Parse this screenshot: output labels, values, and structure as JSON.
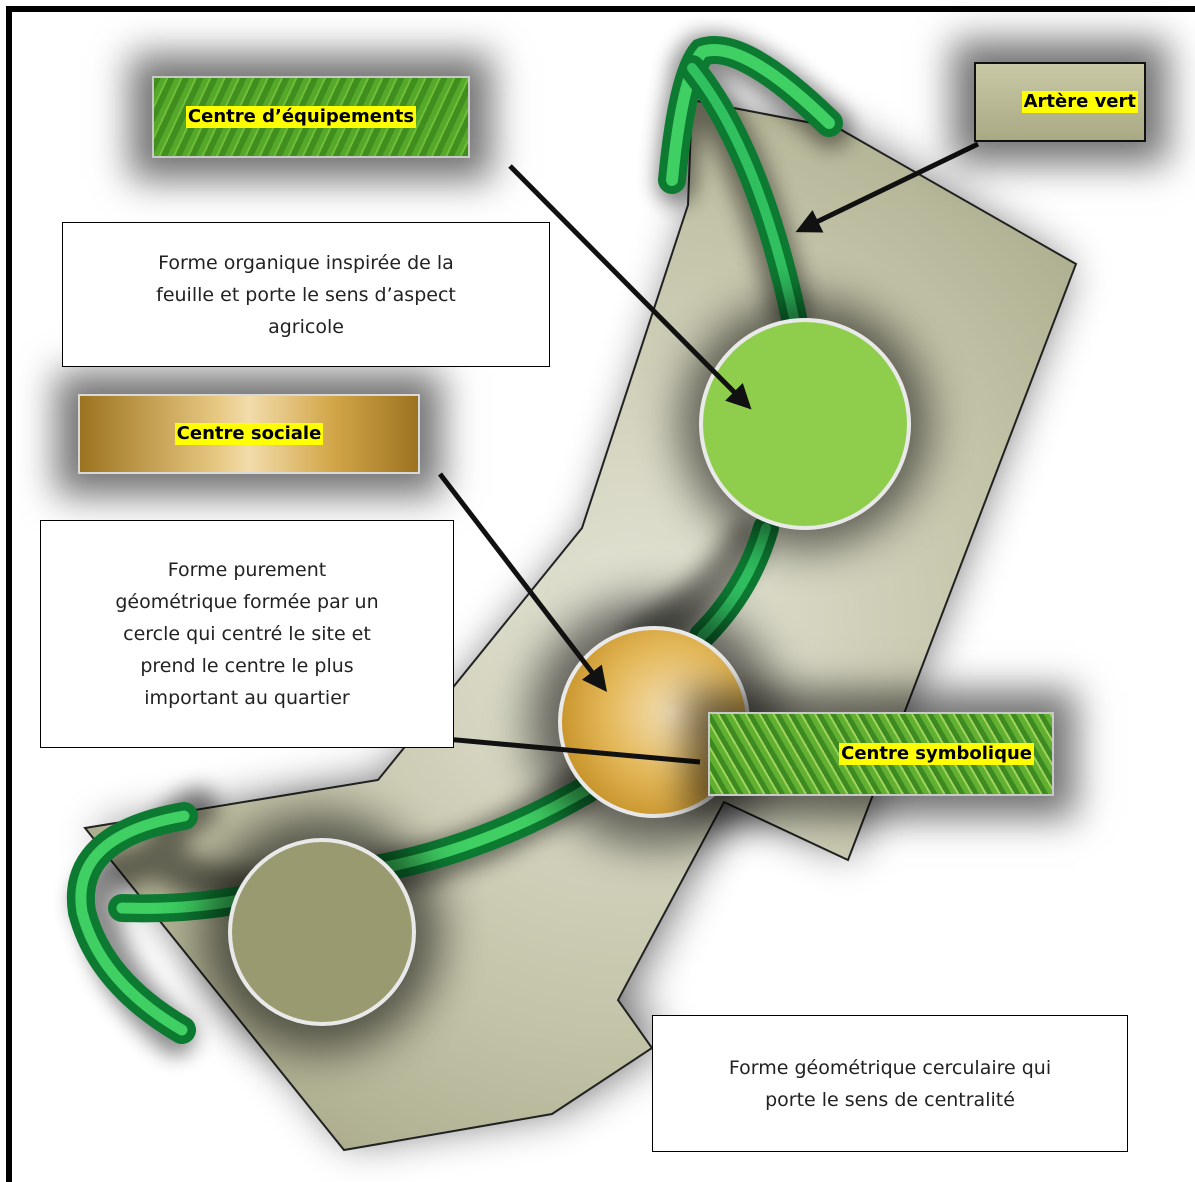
{
  "labels": {
    "centre_equipements": "Centre d’équipements",
    "artere_vert": "Artère vert",
    "centre_sociale": "Centre sociale",
    "centre_symbolique": "Centre symbolique"
  },
  "descriptions": {
    "forme_organique": "Forme organique inspirée de la\nfeuille et porte le sens d’aspect\nagricole",
    "forme_geometrique": "Forme purement\ngéométrique formée par un\ncercle qui centré le site et\nprend le centre le plus\nimportant au quartier",
    "forme_cerculaire": "Forme géométrique cerculaire qui\nporte le sens de centralité"
  },
  "colors": {
    "site_fill": "#b8b89a",
    "green_artery": "#1faa48",
    "centre_equipements": "#8fce4c",
    "centre_sociale": "#e2b552",
    "centre_symbolique": "#9a9a70"
  }
}
